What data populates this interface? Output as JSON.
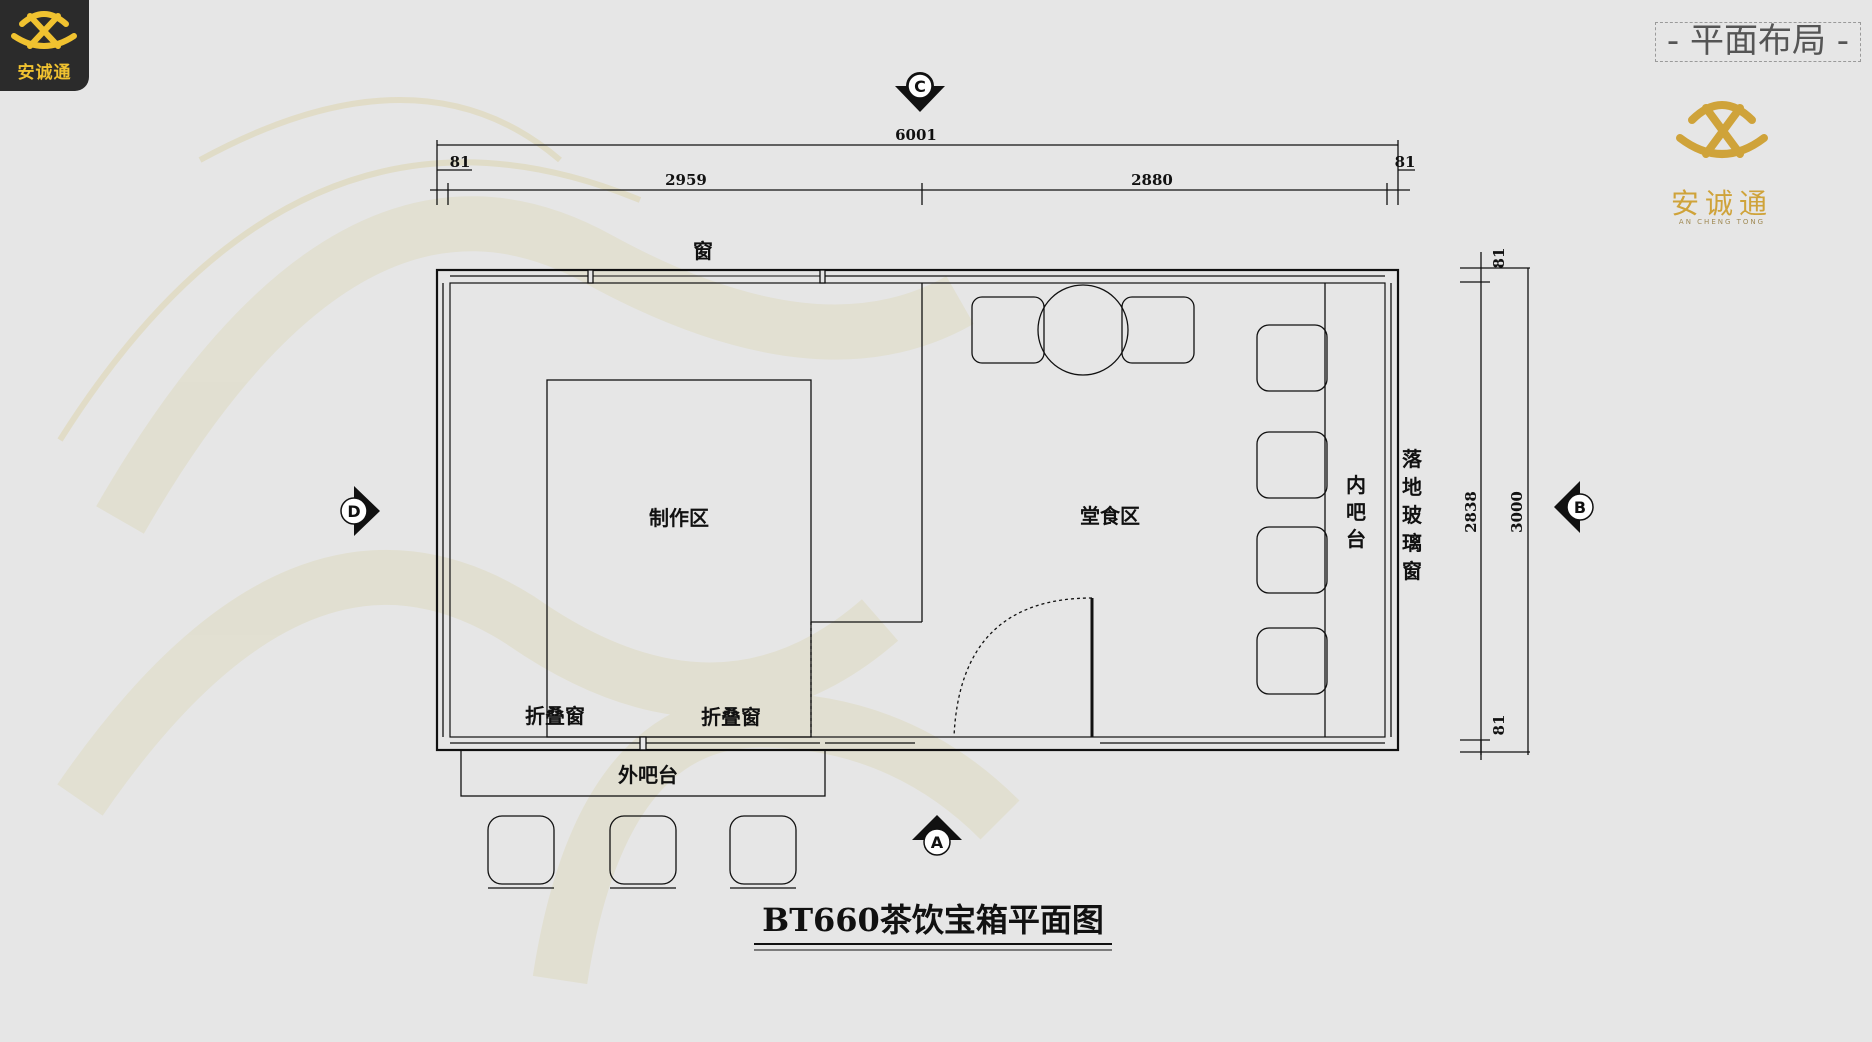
{
  "brand": {
    "logo_text": "安诚通",
    "name": "安诚通",
    "subtitle": "AN CHENG TONG",
    "gold": "#cfa33a",
    "logo_yellow": "#f0c230"
  },
  "section_tag": "- 平面布局 -",
  "title": "BT660茶饮宝箱平面图",
  "dimensions": {
    "total_width": "6001",
    "left_offset": "81",
    "right_offset": "81",
    "left_span": "2959",
    "right_span": "2880",
    "inner_depth": "2838",
    "total_depth": "3000",
    "top_offset": "81",
    "bottom_offset": "81"
  },
  "labels": {
    "window_top": "窗",
    "work_zone": "制作区",
    "dining_zone": "堂食区",
    "inner_bar": "内吧台",
    "glass_window": "落地玻璃窗",
    "folding_window_1": "折叠窗",
    "folding_window_2": "折叠窗",
    "outer_bar": "外吧台"
  },
  "markers": {
    "top": "C",
    "left": "D",
    "right": "B",
    "bottom": "A"
  }
}
